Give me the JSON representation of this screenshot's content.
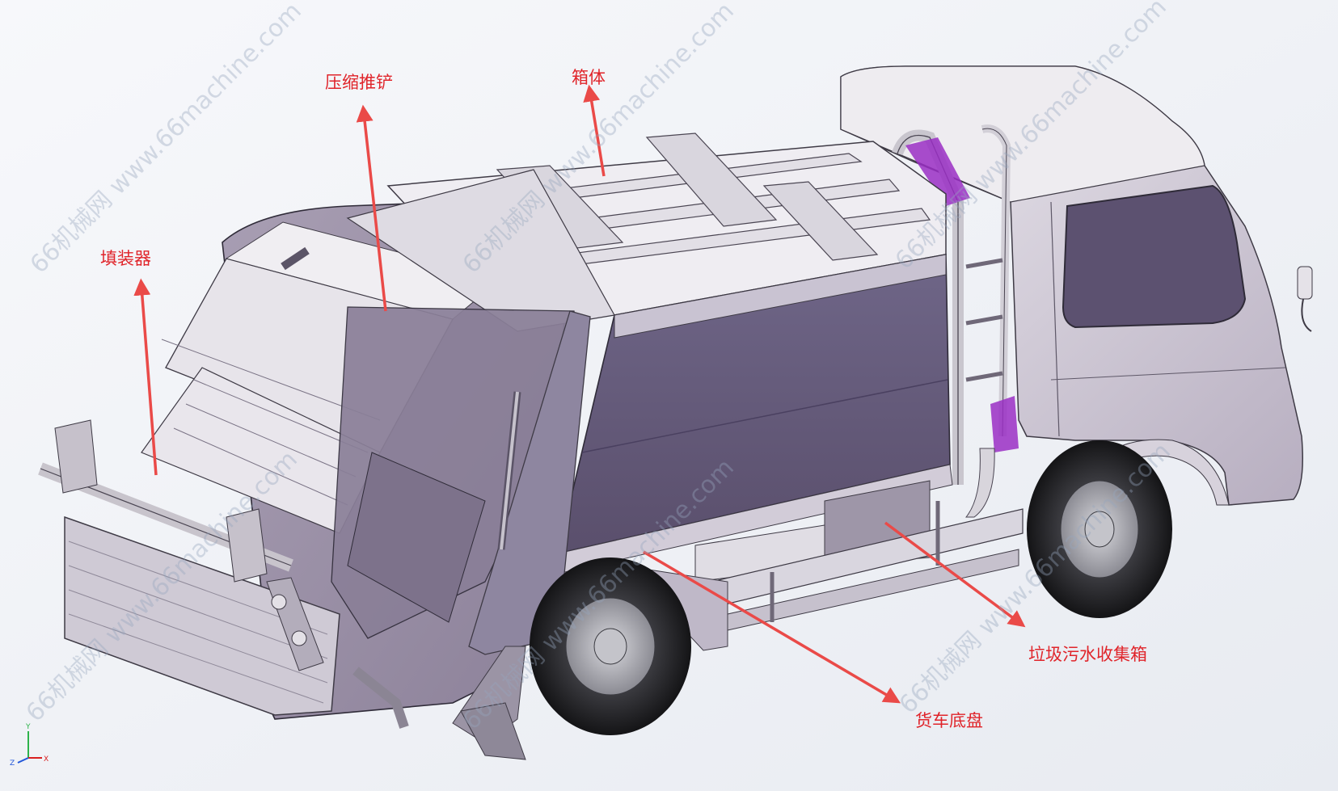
{
  "labels": {
    "compress_plate": "压缩推铲",
    "box_body": "箱体",
    "filler": "填装器",
    "sewage_tank": "垃圾污水收集箱",
    "chassis": "货车底盘"
  },
  "watermark": {
    "text": "66机械网 www.66machine.com",
    "short": "66机械网",
    "url": "www.66machine.com"
  },
  "axis": {
    "z": "Z",
    "y": "Y",
    "x": "X"
  },
  "colors": {
    "label_red": "#e0242a",
    "arrow_red": "#ea4a48",
    "body_purple": "#6a5f7e",
    "body_light": "#9f94ad",
    "frame_light": "#d9d6df",
    "accent_purple": "#9a2fc4"
  }
}
